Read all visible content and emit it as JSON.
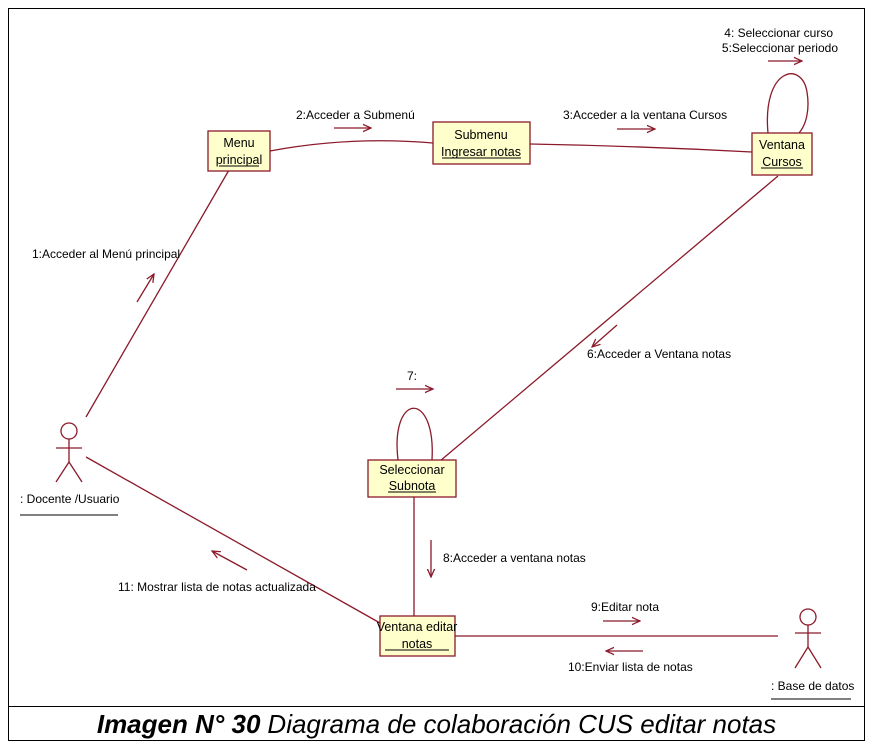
{
  "objects": {
    "menu": [
      "Menu",
      "principal"
    ],
    "submenu": [
      "Submenu",
      "Ingresar notas"
    ],
    "cursos": [
      "Ventana",
      "Cursos"
    ],
    "subnota": [
      "Seleccionar",
      "Subnota"
    ],
    "editar": [
      "Ventana editar",
      "notas"
    ]
  },
  "actors": {
    "docente": ": Docente /Usuario",
    "bd": ": Base de datos"
  },
  "messages": {
    "m1": "1:Acceder al Menú principal",
    "m2": "2:Acceder a Submenú",
    "m3": "3:Acceder a la ventana Cursos",
    "m4": "4: Seleccionar curso",
    "m5": "5:Seleccionar periodo",
    "m6": "6:Acceder a Ventana notas",
    "m7": "7:",
    "m8": "8:Acceder a ventana notas",
    "m9": "9:Editar nota",
    "m10": "10:Enviar lista de notas",
    "m11": "11: Mostrar lista de notas actualizada"
  },
  "caption": {
    "number": "Imagen N° 30",
    "title": "Diagrama de colaboración CUS editar notas"
  },
  "colors": {
    "line": "#8b1a2a",
    "box_fill": "#ffffcc"
  }
}
